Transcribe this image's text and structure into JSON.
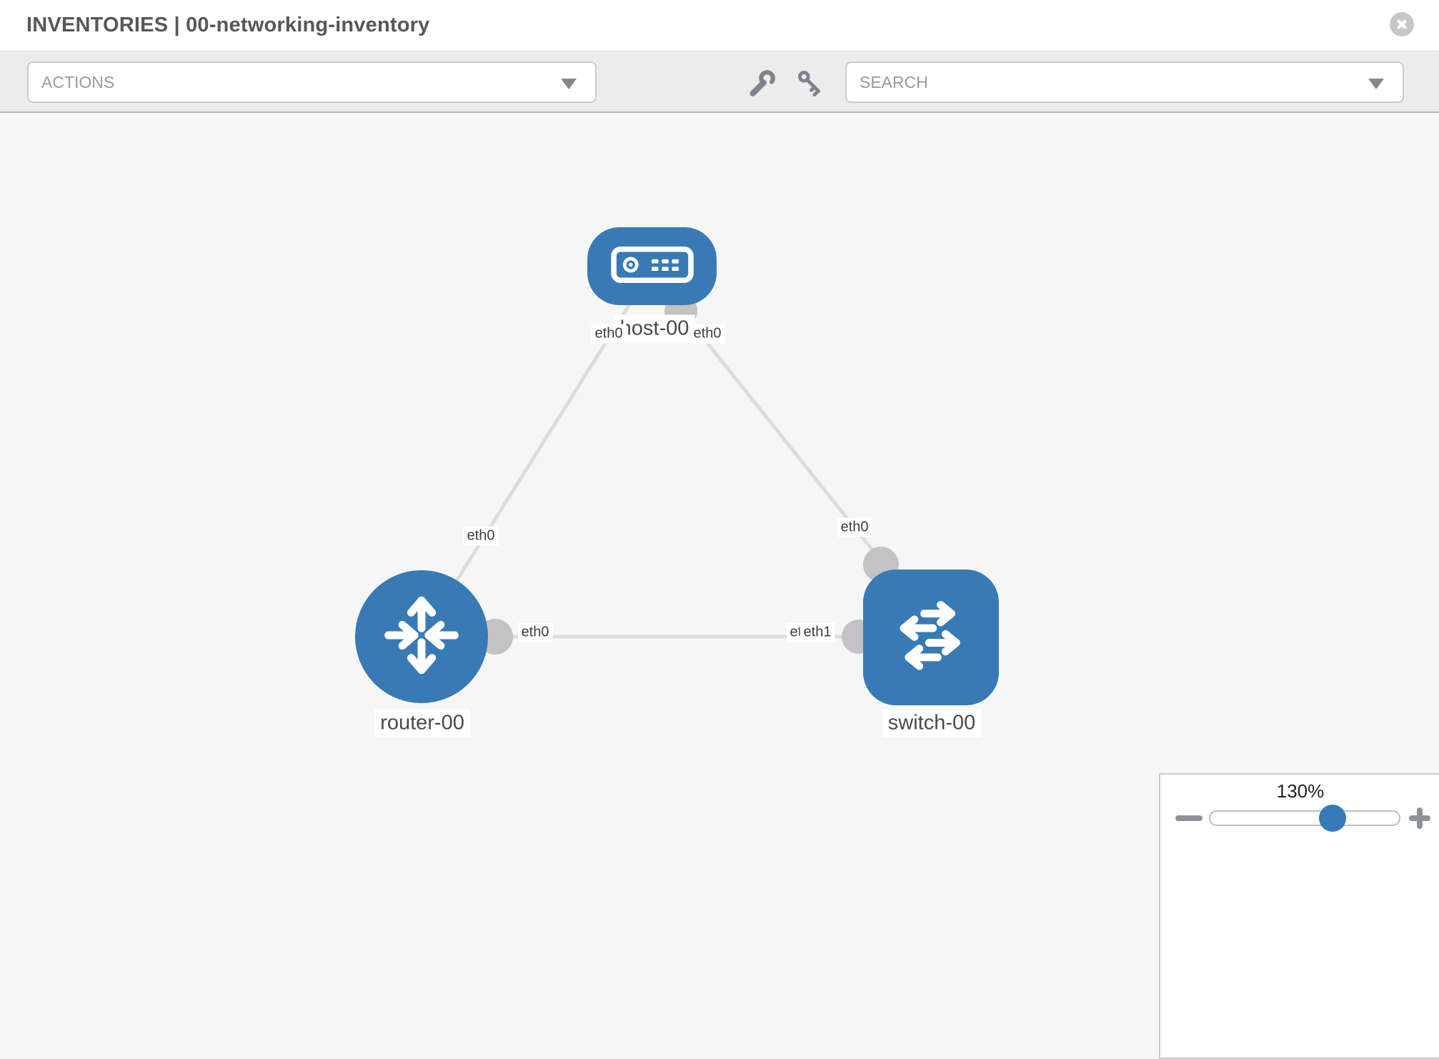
{
  "header": {
    "title": "INVENTORIES | 00-networking-inventory"
  },
  "toolbar": {
    "actions_placeholder": "ACTIONS",
    "search_placeholder": "SEARCH"
  },
  "topology": {
    "nodes": [
      {
        "id": "host-00",
        "label": "host-00",
        "type": "host",
        "shape": "rounded-rect"
      },
      {
        "id": "router-00",
        "label": "router-00",
        "type": "router",
        "shape": "circle"
      },
      {
        "id": "switch-00",
        "label": "switch-00",
        "type": "switch",
        "shape": "rounded-square"
      }
    ],
    "links": [
      {
        "from": "host-00",
        "to": "router-00",
        "from_iface": "eth0",
        "to_iface": "eth0"
      },
      {
        "from": "host-00",
        "to": "switch-00",
        "from_iface": "eth0",
        "to_iface": "eth0"
      },
      {
        "from": "router-00",
        "to": "switch-00",
        "from_iface": "eth0",
        "to_iface": "eth1",
        "overlapping_iface_at_switch": "eth0"
      }
    ],
    "iface_labels": {
      "host_router_at_host": "eth0",
      "host_router_at_router": "eth0",
      "host_switch_at_host": "eth0",
      "host_switch_at_switch": "eth0",
      "router_switch_at_router": "eth0",
      "router_switch_at_switch_back": "eth0",
      "router_switch_at_switch_front": "eth1"
    }
  },
  "zoom_control": {
    "level": "130%"
  },
  "icons": {
    "header_close": "circle-x-icon",
    "actions_caret": "chevron-down-icon",
    "search_caret": "chevron-down-icon",
    "toolbar_tools": [
      "wrench-icon",
      "key-icon"
    ],
    "node_glyphs": [
      "server-icon",
      "router-arrows-icon",
      "switch-arrows-icon"
    ],
    "zoom_buttons": [
      "zoom-out-icon",
      "zoom-in-icon"
    ]
  },
  "colors": {
    "node_blue": "#387ab5",
    "link_gray": "#dcdcdc",
    "endpoint_gray": "#c3c3c3",
    "knob_blue": "#3579b8",
    "toolbar_bg": "#ececec",
    "canvas_bg": "#f6f6f6"
  }
}
